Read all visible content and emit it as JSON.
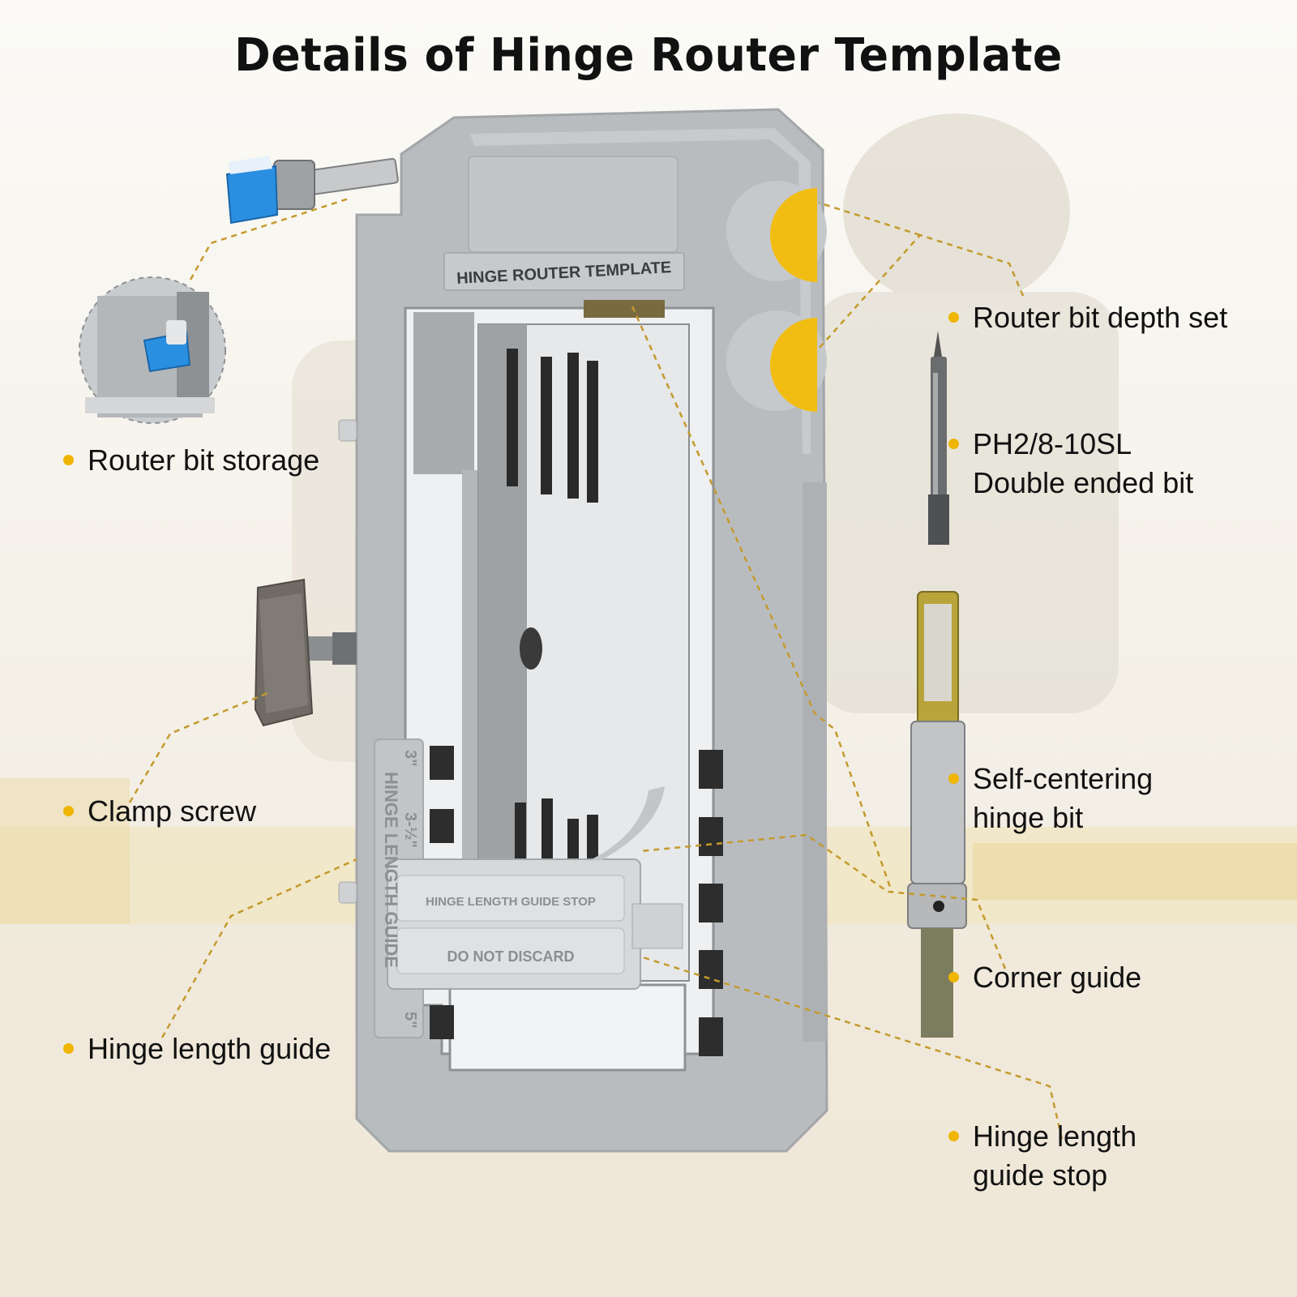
{
  "title": "Details of Hinge Router Template",
  "product_text": {
    "plate_title": "HINGE ROUTER TEMPLATE",
    "side_text": "HINGE LENGTH GUIDE",
    "size_3": "3\"",
    "size_3_5": "3-½\"",
    "size_5": "5\"",
    "stop_line_1": "HINGE LENGTH GUIDE STOP",
    "stop_line_2": "DO NOT DISCARD"
  },
  "labels": {
    "router_bit_storage": "Router bit storage",
    "clamp_screw": "Clamp screw",
    "hinge_length_guide": "Hinge length guide",
    "router_bit_depth_set": "Router bit depth set",
    "double_ended_bit_1": "PH2/8-10SL",
    "double_ended_bit_2": "Double ended bit",
    "self_centering_1": "Self-centering",
    "self_centering_2": "hinge bit",
    "corner_guide": "Corner guide",
    "guide_stop_1": "Hinge length",
    "guide_stop_2": "guide stop"
  },
  "colors": {
    "accent": "#f0b500",
    "template_gray": "#b9bcbf",
    "router_bit_blue": "#2a8fe0",
    "leader_line": "#c49a2c"
  }
}
